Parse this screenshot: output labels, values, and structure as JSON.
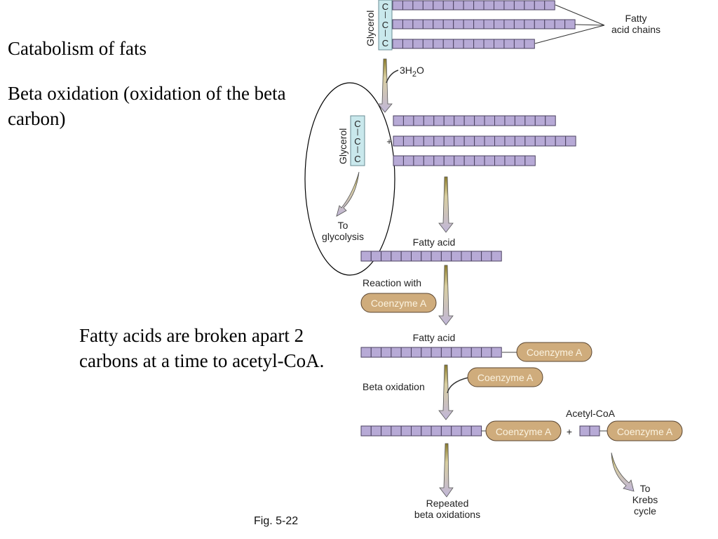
{
  "slide": {
    "heading": "Catabolism of fats",
    "subheading": "Beta oxidation (oxidation of the beta carbon)",
    "note": "Fatty acids are broken apart 2 carbons at a time to acetyl-CoA.",
    "figure_caption": "Fig. 5-22"
  },
  "colors": {
    "chain_fill": "#b7aad6",
    "chain_stroke": "#4b4260",
    "glycerol_fill": "#c9e8ec",
    "coa_fill": "#cfac7c",
    "coa_text": "#fbf3e0",
    "arrow_fill": "#c0b6d8"
  },
  "diagram": {
    "glycerol_label": "Glycerol",
    "glycerol_carbons": [
      "C",
      "C",
      "C"
    ],
    "fatty_acid_chains_label": [
      "Fatty",
      "acid chains"
    ],
    "triglyceride_chain_lengths": [
      16,
      18,
      14
    ],
    "water_label": "3H",
    "water_sub": "2",
    "water_tail": "O",
    "plus": "+",
    "to_glycolysis": [
      "To",
      "glycolysis"
    ],
    "fatty_acid_label": "Fatty acid",
    "fatty_acid_length": 14,
    "reaction_with_label": "Reaction with",
    "coenzyme_a": "Coenzyme A",
    "fatty_acid_label_2": "Fatty acid",
    "fatty_acyl_coa_length": 14,
    "beta_oxidation_label": "Beta oxidation",
    "shortened_chain_length": 12,
    "acetyl_coa_label": "Acetyl-CoA",
    "acetyl_length": 2,
    "repeated_label": [
      "Repeated",
      "beta oxidations"
    ],
    "to_krebs": [
      "To",
      "Krebs",
      "cycle"
    ]
  }
}
